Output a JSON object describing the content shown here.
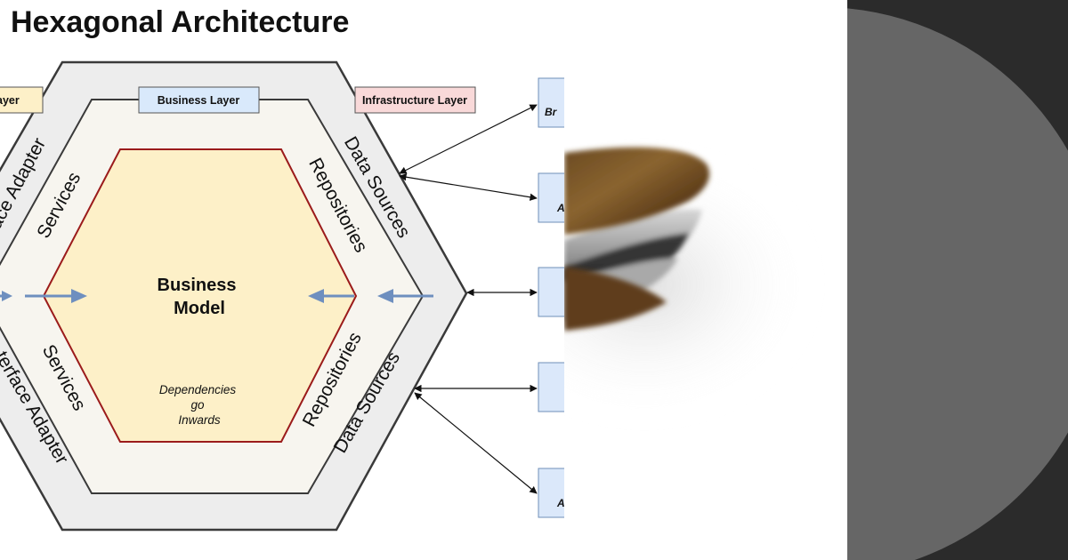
{
  "diagram": {
    "title": "Hexagonal Architecture",
    "layers": {
      "left": "ayer",
      "business": "Business Layer",
      "infrastructure": "Infrastructure Layer"
    },
    "ring_labels": {
      "adapter_top": "face Adapter",
      "adapter_bottom": "terface Adapter",
      "services_top": "Services",
      "services_bottom": "Services",
      "repositories_top": "Repositories",
      "repositories_bottom": "Repositories",
      "data_sources_top": "Data Sources",
      "data_sources_bottom": "Data Sources"
    },
    "core": {
      "line1": "Business",
      "line2": "Model",
      "note_line1": "Dependencies",
      "note_line2": "go",
      "note_line3": "Inwards"
    },
    "external_boxes": [
      {
        "label": "Br"
      },
      {
        "label": "A"
      },
      {
        "label": ""
      },
      {
        "label": ""
      },
      {
        "label": "A"
      }
    ]
  },
  "colors": {
    "outer_ring": "#ededed",
    "middle_ring": "#f7f5ef",
    "core_fill": "#fdf0c8",
    "core_stroke": "#9b1b1b",
    "business_tag": "#d9e9fb",
    "infrastructure_tag": "#f9d9d9",
    "left_tag": "#fdf0c8",
    "arrow_blue": "#6e8fbf",
    "external_box": "#dbe8fa",
    "dark_panel": "#2b2b2b",
    "circle": "#666666"
  }
}
